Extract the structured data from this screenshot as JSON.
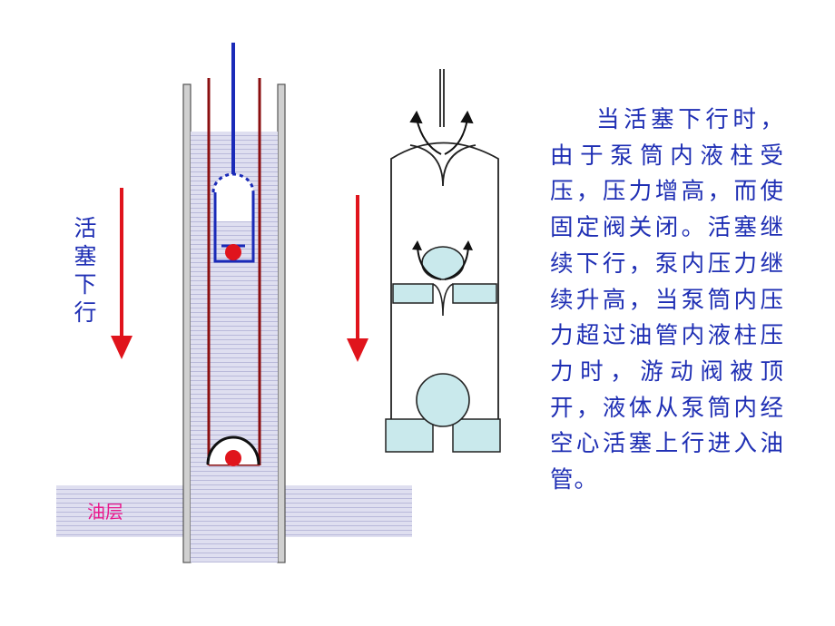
{
  "diagram": {
    "direction_label": "活塞下行",
    "oil_layer_label": "油层",
    "explanation": "当活塞下行时，由于泵筒内液柱受压，压力增高，而使固定阀关闭。活塞继续下行，泵内压力继续升高，当泵筒内压力超过油管内液柱压力时，游动阀被顶开，液体从泵筒内经空心活塞上行进入油管。"
  },
  "colors": {
    "text_blue": "#1f2fb4",
    "oil_label": "#e8188c",
    "arrow_red": "#e0141c",
    "rod_blue": "#1a2ab8",
    "plunger_red": "#8b0f10",
    "liquid_fill": "#d9d9ec",
    "ball_red": "#e0141c",
    "valve_cyan": "#c9e9ec"
  }
}
